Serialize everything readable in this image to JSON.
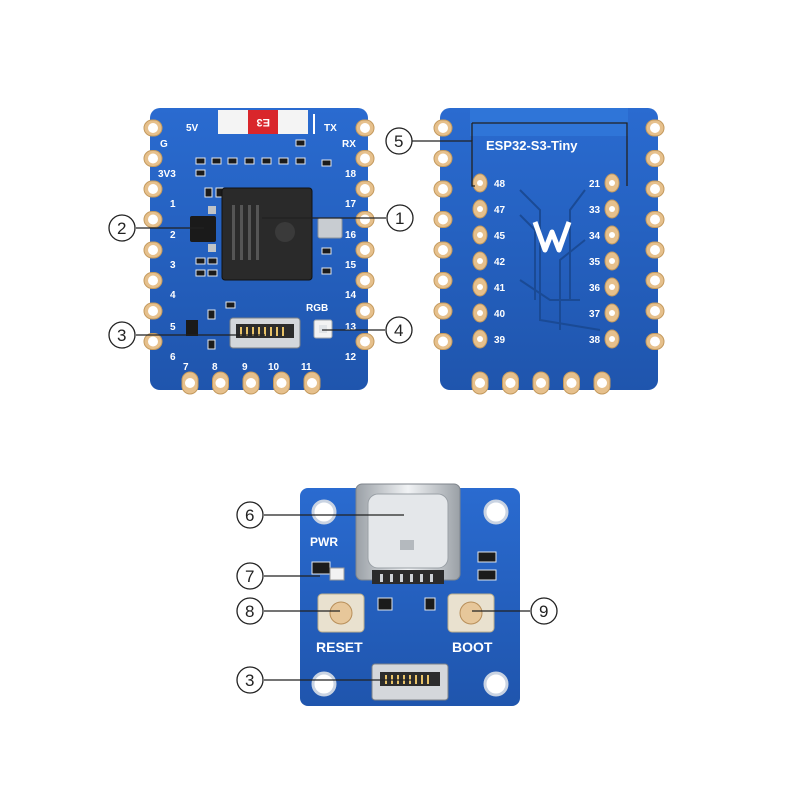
{
  "front": {
    "top_labels": [
      "5V",
      "E3",
      "TX"
    ],
    "left_pins": [
      "G",
      "3V3",
      "1",
      "2",
      "3",
      "4",
      "5",
      "6"
    ],
    "right_pins": [
      "RX",
      "18",
      "17",
      "16",
      "15",
      "14",
      "13",
      "12"
    ],
    "bottom_pins": [
      "7",
      "8",
      "9",
      "10",
      "11"
    ],
    "rgb_label": "RGB"
  },
  "back": {
    "title": "ESP32-S3-Tiny",
    "left_pins": [
      "48",
      "47",
      "45",
      "42",
      "41",
      "40",
      "39"
    ],
    "right_pins": [
      "21",
      "33",
      "34",
      "35",
      "36",
      "37",
      "38"
    ]
  },
  "adapter": {
    "pwr_label": "PWR",
    "reset_label": "RESET",
    "boot_label": "BOOT"
  },
  "callouts": [
    "1",
    "2",
    "3",
    "4",
    "5",
    "6",
    "7",
    "8",
    "9",
    "3"
  ],
  "colors": {
    "board": "#2563c4",
    "board_dark": "#1e4fa3",
    "pad": "#e6c08c",
    "silkscreen": "#ffffff",
    "chip": "#2a2a2a"
  }
}
